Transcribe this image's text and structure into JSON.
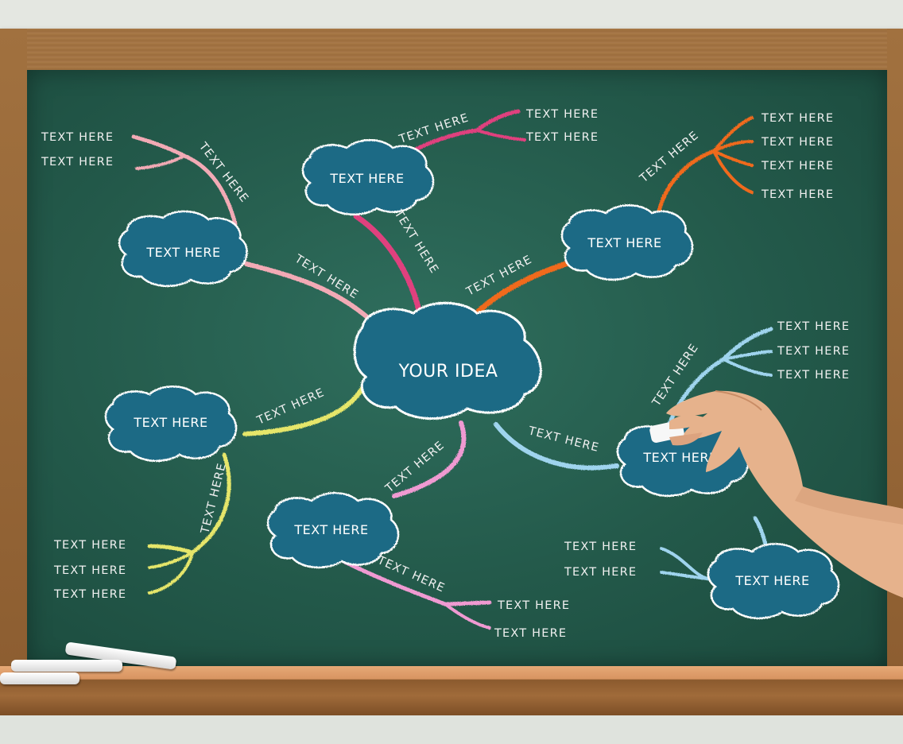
{
  "center": {
    "label": "YOUR IDEA"
  },
  "colors": {
    "board": "#23594a",
    "cloud_fill": "#1f6a85",
    "pink": "#f2aab5",
    "magenta": "#e0407e",
    "orange": "#f06a1e",
    "yellow": "#e6e66a",
    "light_pink": "#f09ad2",
    "light_blue": "#9fd4ee",
    "frame": "#9a693a",
    "ledge": "#e2a26e"
  },
  "clouds": [
    "TEXT HERE",
    "TEXT HERE",
    "TEXT HERE",
    "TEXT HERE",
    "TEXT HERE",
    "TEXT HERE",
    "TEXT HERE"
  ],
  "branch_labels": [
    "TEXT HERE",
    "TEXT HERE",
    "TEXT HERE",
    "TEXT HERE",
    "TEXT HERE",
    "TEXT HERE",
    "TEXT HERE",
    "TEXT HERE",
    "TEXT HERE"
  ],
  "leaf_labels": {
    "top_left": [
      "TEXT HERE",
      "TEXT HERE"
    ],
    "top_center": [
      "TEXT HERE",
      "TEXT HERE"
    ],
    "top_right": [
      "TEXT HERE",
      "TEXT HERE",
      "TEXT HERE",
      "TEXT HERE"
    ],
    "mid_right": [
      "TEXT HERE",
      "TEXT HERE",
      "TEXT HERE"
    ],
    "bottom_left": [
      "TEXT HERE",
      "TEXT HERE",
      "TEXT HERE"
    ],
    "bottom_center": [
      "TEXT HERE",
      "TEXT HERE"
    ],
    "bottom_right": [
      "TEXT HERE",
      "TEXT HERE"
    ]
  }
}
